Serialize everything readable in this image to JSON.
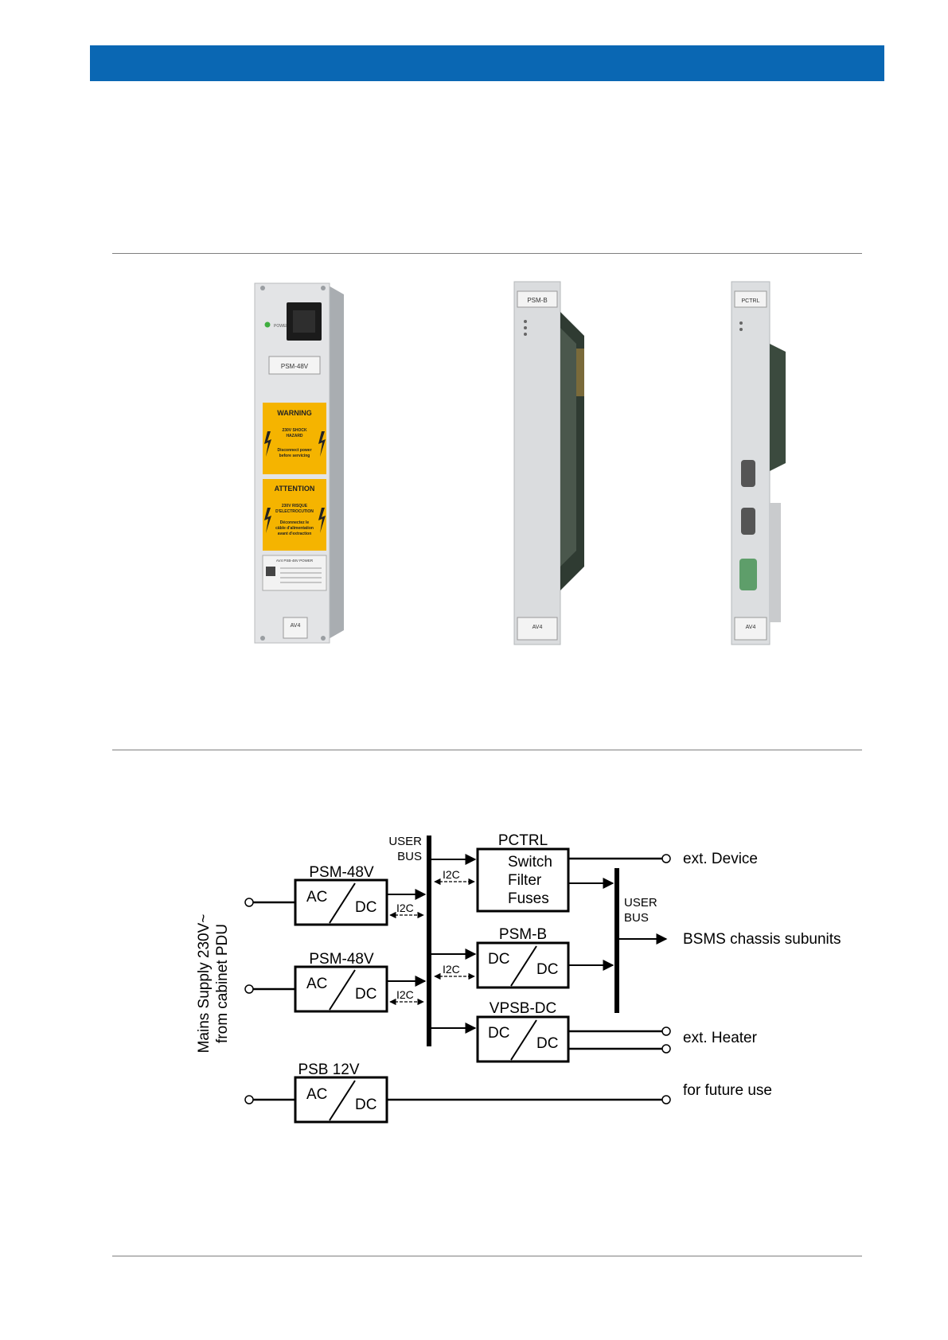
{
  "colors": {
    "header": "#0a67b3",
    "warning_label": "#f5b400",
    "panel": "#d9dbdd",
    "connector_green": "#5e9e6a"
  },
  "modules": [
    {
      "name": "PSM-48V",
      "power_label": "POWER",
      "warning": {
        "title": "WARNING",
        "line1": "230V SHOCK",
        "line2": "HAZARD",
        "line3": "Disconnect power",
        "line4": "before servicing"
      },
      "attention": {
        "title": "ATTENTION",
        "line1": "230V RISQUE",
        "line2": "D'ELECTROCUTION",
        "line3": "Déconnectez le",
        "line4": "câble d'alimentation",
        "line5": "avant d'extraction"
      },
      "rating_title": "AV4 PSB-48V POWER",
      "footer_tag": "AV4"
    },
    {
      "name": "PSM-B",
      "footer_tag": "AV4"
    },
    {
      "name": "PCTRL",
      "footer_tag": "AV4"
    }
  ],
  "diagram": {
    "side_label_line1": "Mains Supply 230V~",
    "side_label_line2": "from cabinet PDU",
    "user_bus_1": [
      "USER",
      "BUS"
    ],
    "user_bus_2": [
      "USER",
      "BUS"
    ],
    "i2c": "I2C",
    "blocks": {
      "psm1": {
        "title": "PSM-48V",
        "in": "AC",
        "out": "DC"
      },
      "psm2": {
        "title": "PSM-48V",
        "in": "AC",
        "out": "DC"
      },
      "psb": {
        "title": "PSB 12V",
        "in": "AC",
        "out": "DC"
      },
      "pctrl": {
        "title": "PCTRL",
        "lines": [
          "Switch",
          "Filter",
          "Fuses"
        ]
      },
      "psmb": {
        "title": "PSM-B",
        "in": "DC",
        "out": "DC"
      },
      "vpsb": {
        "title": "VPSB-DC",
        "in": "DC",
        "out": "DC"
      }
    },
    "outputs": {
      "device": "ext. Device",
      "chassis": "BSMS chassis subunits",
      "heater": "ext. Heater",
      "future": "for future use"
    }
  }
}
